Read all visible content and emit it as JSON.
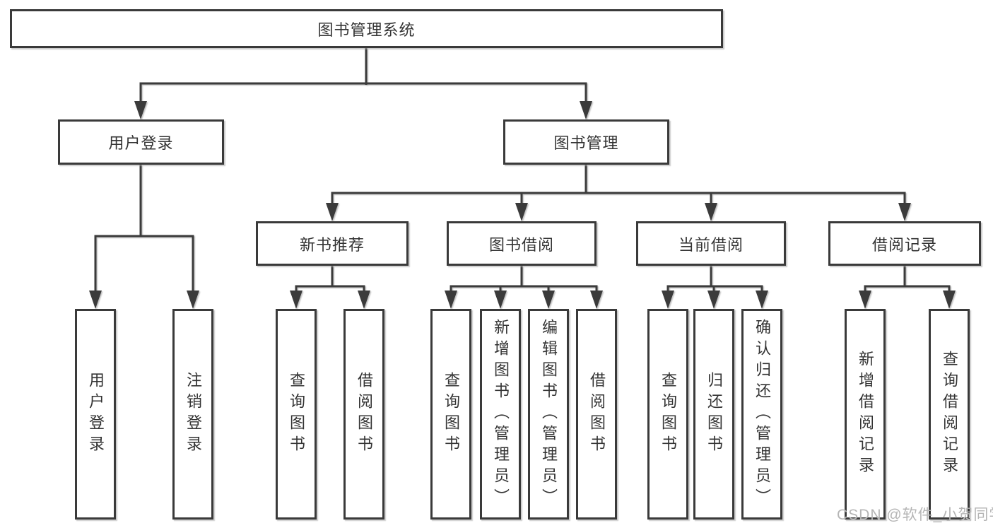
{
  "root": {
    "label": "图书管理系统"
  },
  "branches": [
    {
      "label": "用户登录",
      "children": [
        {
          "label": "用户登录"
        },
        {
          "label": "注销登录"
        }
      ]
    },
    {
      "label": "图书管理",
      "children": [
        {
          "label": "新书推荐",
          "children": [
            {
              "label": "查询图书"
            },
            {
              "label": "借阅图书"
            }
          ]
        },
        {
          "label": "图书借阅",
          "children": [
            {
              "label": "查询图书"
            },
            {
              "label": "新增图书（管理员）"
            },
            {
              "label": "编辑图书（管理员）"
            },
            {
              "label": "借阅图书"
            }
          ]
        },
        {
          "label": "当前借阅",
          "children": [
            {
              "label": "查询图书"
            },
            {
              "label": "归还图书"
            },
            {
              "label": "确认归还（管理员）"
            }
          ]
        },
        {
          "label": "借阅记录",
          "children": [
            {
              "label": "新增借阅记录"
            },
            {
              "label": "查询借阅记录"
            }
          ]
        }
      ]
    }
  ],
  "watermark": "CSDN @软件_小贺同学",
  "colors": {
    "line": "#3a3a3a",
    "text": "#333333",
    "background": "#ffffff",
    "watermark": "#b5b5b5"
  }
}
